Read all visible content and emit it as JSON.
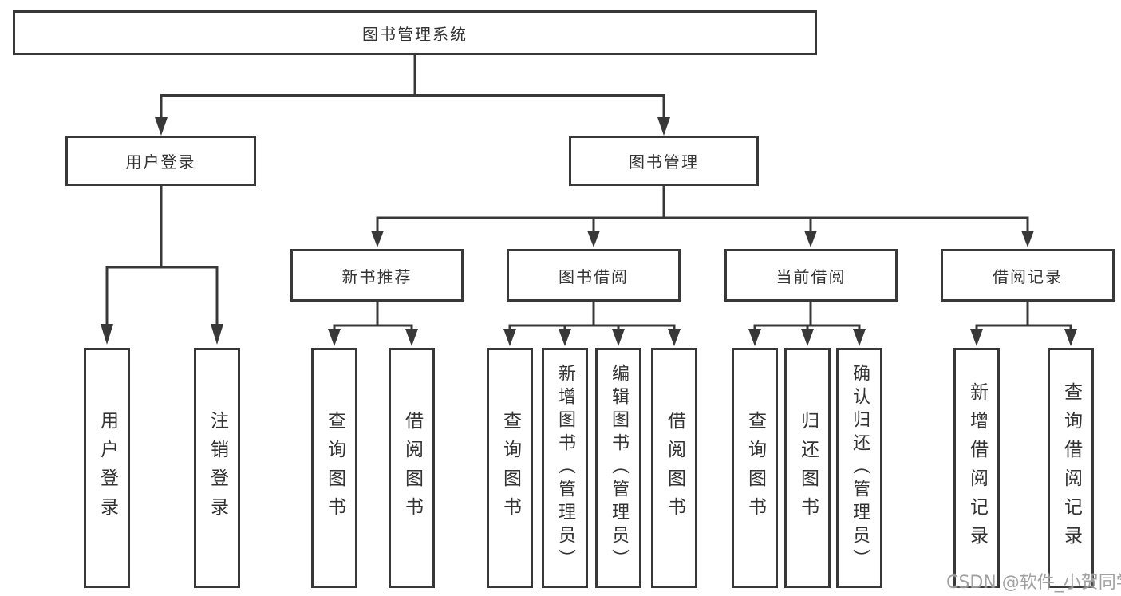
{
  "tree": {
    "root": {
      "label": "图书管理系统"
    },
    "level2": [
      {
        "label": "用户登录",
        "children": [
          {
            "label": "用户登录"
          },
          {
            "label": "注销登录"
          }
        ]
      },
      {
        "label": "图书管理",
        "children": [
          {
            "label": "新书推荐",
            "children": [
              {
                "label": "查询图书"
              },
              {
                "label": "借阅图书"
              }
            ]
          },
          {
            "label": "图书借阅",
            "children": [
              {
                "label": "查询图书"
              },
              {
                "label": "新增图书（管理员）"
              },
              {
                "label": "编辑图书（管理员）"
              },
              {
                "label": "借阅图书"
              }
            ]
          },
          {
            "label": "当前借阅",
            "children": [
              {
                "label": "查询图书"
              },
              {
                "label": "归还图书"
              },
              {
                "label": "确认归还（管理员）"
              }
            ]
          },
          {
            "label": "借阅记录",
            "children": [
              {
                "label": "新增借阅记录"
              },
              {
                "label": "查询借阅记录"
              }
            ]
          }
        ]
      }
    ]
  },
  "watermark": {
    "text": "CSDN @软件_小贺同学",
    "color": "#949494"
  },
  "colors": {
    "line": "#383838",
    "text": "#333333",
    "background": "#ffffff"
  }
}
